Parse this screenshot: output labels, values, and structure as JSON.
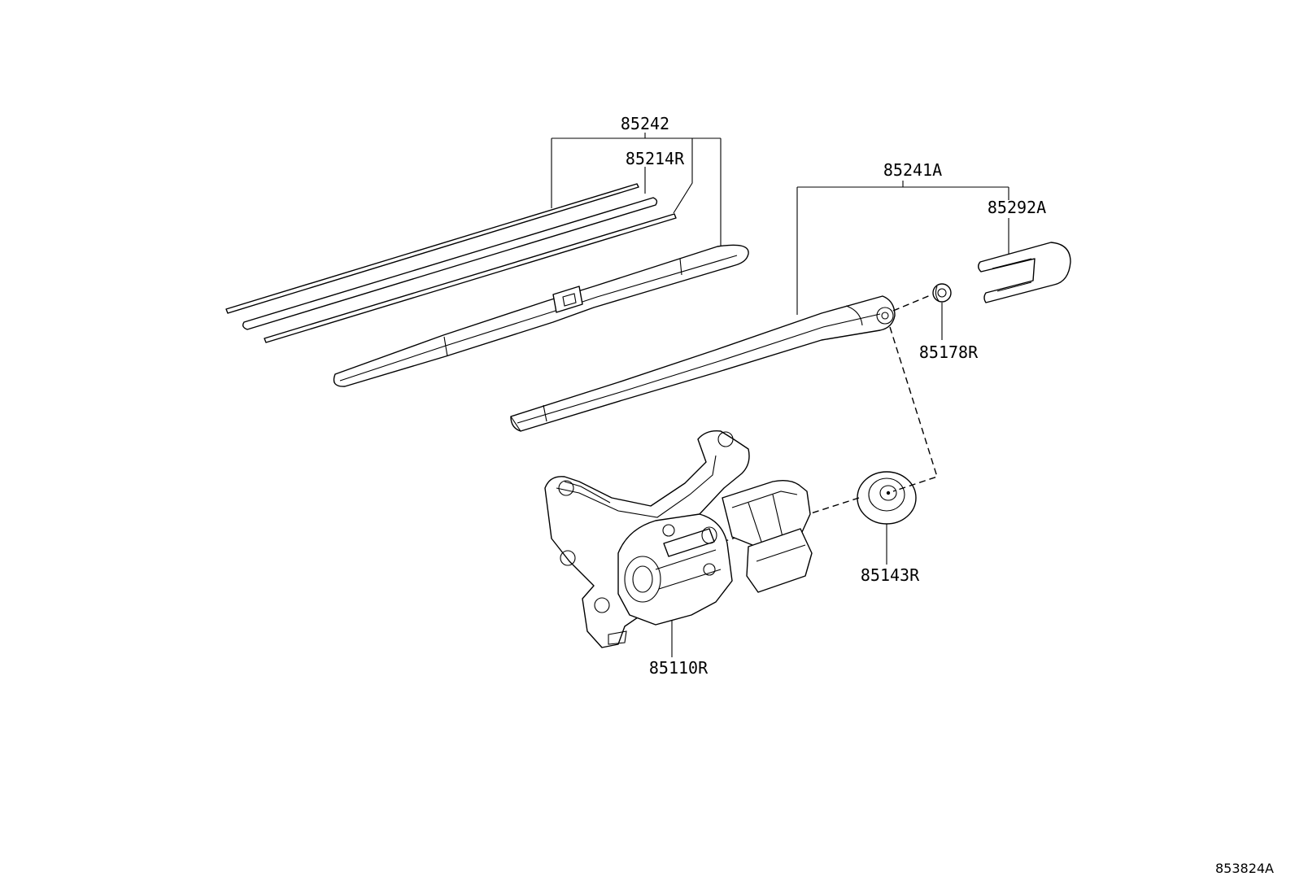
{
  "labels": {
    "blade_assembly": "85242",
    "blade_rubber": "85214R",
    "arm_assembly": "85241A",
    "arm_cover": "85292A",
    "nut": "85178R",
    "cap": "85143R",
    "motor": "85110R"
  },
  "diagram_code": "853824A"
}
